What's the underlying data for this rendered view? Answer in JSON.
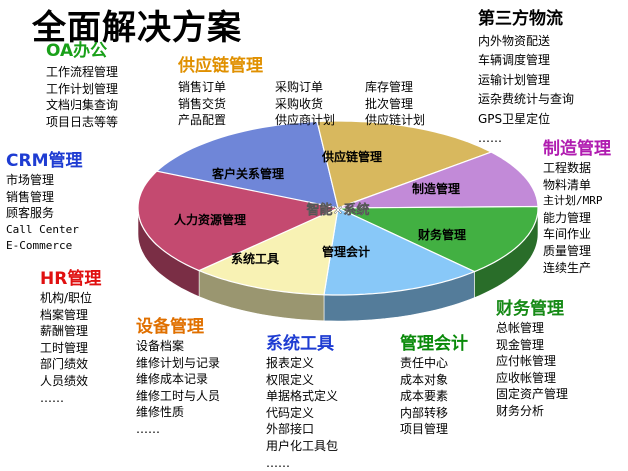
{
  "title": "全面解决方案",
  "colors": {
    "oa_title": "#19a019",
    "crm_title": "#1e3cd2",
    "hr_title": "#e01010",
    "supply_title": "#e09000",
    "third_party_title": "#000000",
    "manufacturing_title": "#b01cb0",
    "finance_title": "#168a16",
    "equipment_title": "#e07000",
    "system_tools_title": "#1e3cd2",
    "management_accounting_title": "#0a8a0a"
  },
  "oa": {
    "title": "OA办公",
    "items": [
      "工作流程管理",
      "工作计划管理",
      "文档归集查询",
      "项目日志等等"
    ]
  },
  "crm": {
    "title": "CRM管理",
    "items": [
      "市场管理",
      "销售管理",
      "顾客服务",
      "Call Center",
      "E-Commerce"
    ]
  },
  "hr": {
    "title": "HR管理",
    "items": [
      "机构/职位",
      "档案管理",
      "薪酬管理",
      "工时管理",
      "部门绩效",
      "人员绩效",
      "……"
    ]
  },
  "supply_chain": {
    "title": "供应链管理",
    "items": [
      "销售订单",
      "采购订单",
      "库存管理",
      "销售交货",
      "采购收货",
      "批次管理",
      "产品配置",
      "供应商计划",
      "供应链计划"
    ]
  },
  "third_party_logistics": {
    "title": "第三方物流",
    "items": [
      "内外物资配送",
      "车辆调度管理",
      "运输计划管理",
      "运杂费统计与查询",
      "GPS卫星定位",
      "……"
    ]
  },
  "manufacturing": {
    "title": "制造管理",
    "items": [
      "工程数据",
      "物料清单",
      "主计划/MRP",
      "能力管理",
      "车间作业",
      "质量管理",
      "连续生产"
    ]
  },
  "finance": {
    "title": "财务管理",
    "items": [
      "总帐管理",
      "现金管理",
      "应付帐管理",
      "应收帐管理",
      "固定资产管理",
      "财务分析"
    ]
  },
  "equipment": {
    "title": "设备管理",
    "items": [
      "设备档案",
      "维修计划与记录",
      "维修成本记录",
      "维修工时与人员",
      "维修性质",
      "……"
    ]
  },
  "system_tools": {
    "title": "系统工具",
    "items": [
      "报表定义",
      "权限定义",
      "单据格式定义",
      "代码定义",
      "外部接口",
      "用户化工具包",
      "……"
    ]
  },
  "management_accounting": {
    "title": "管理会计",
    "items": [
      "责任中心",
      "成本对象",
      "成本要素",
      "内部转移",
      "项目管理"
    ]
  },
  "pie": {
    "center_label": "智能×系统",
    "slices": [
      {
        "label": "客户关系管理",
        "color": "#6f86d8"
      },
      {
        "label": "供应链管理",
        "color": "#d8b85e"
      },
      {
        "label": "制造管理",
        "color": "#c28ad8"
      },
      {
        "label": "财务管理",
        "color": "#42b042"
      },
      {
        "label": "管理会计",
        "color": "#88c8f8"
      },
      {
        "label": "系统工具",
        "color": "#f8f2b4"
      },
      {
        "label": "人力资源管理",
        "color": "#c44a70"
      }
    ]
  }
}
